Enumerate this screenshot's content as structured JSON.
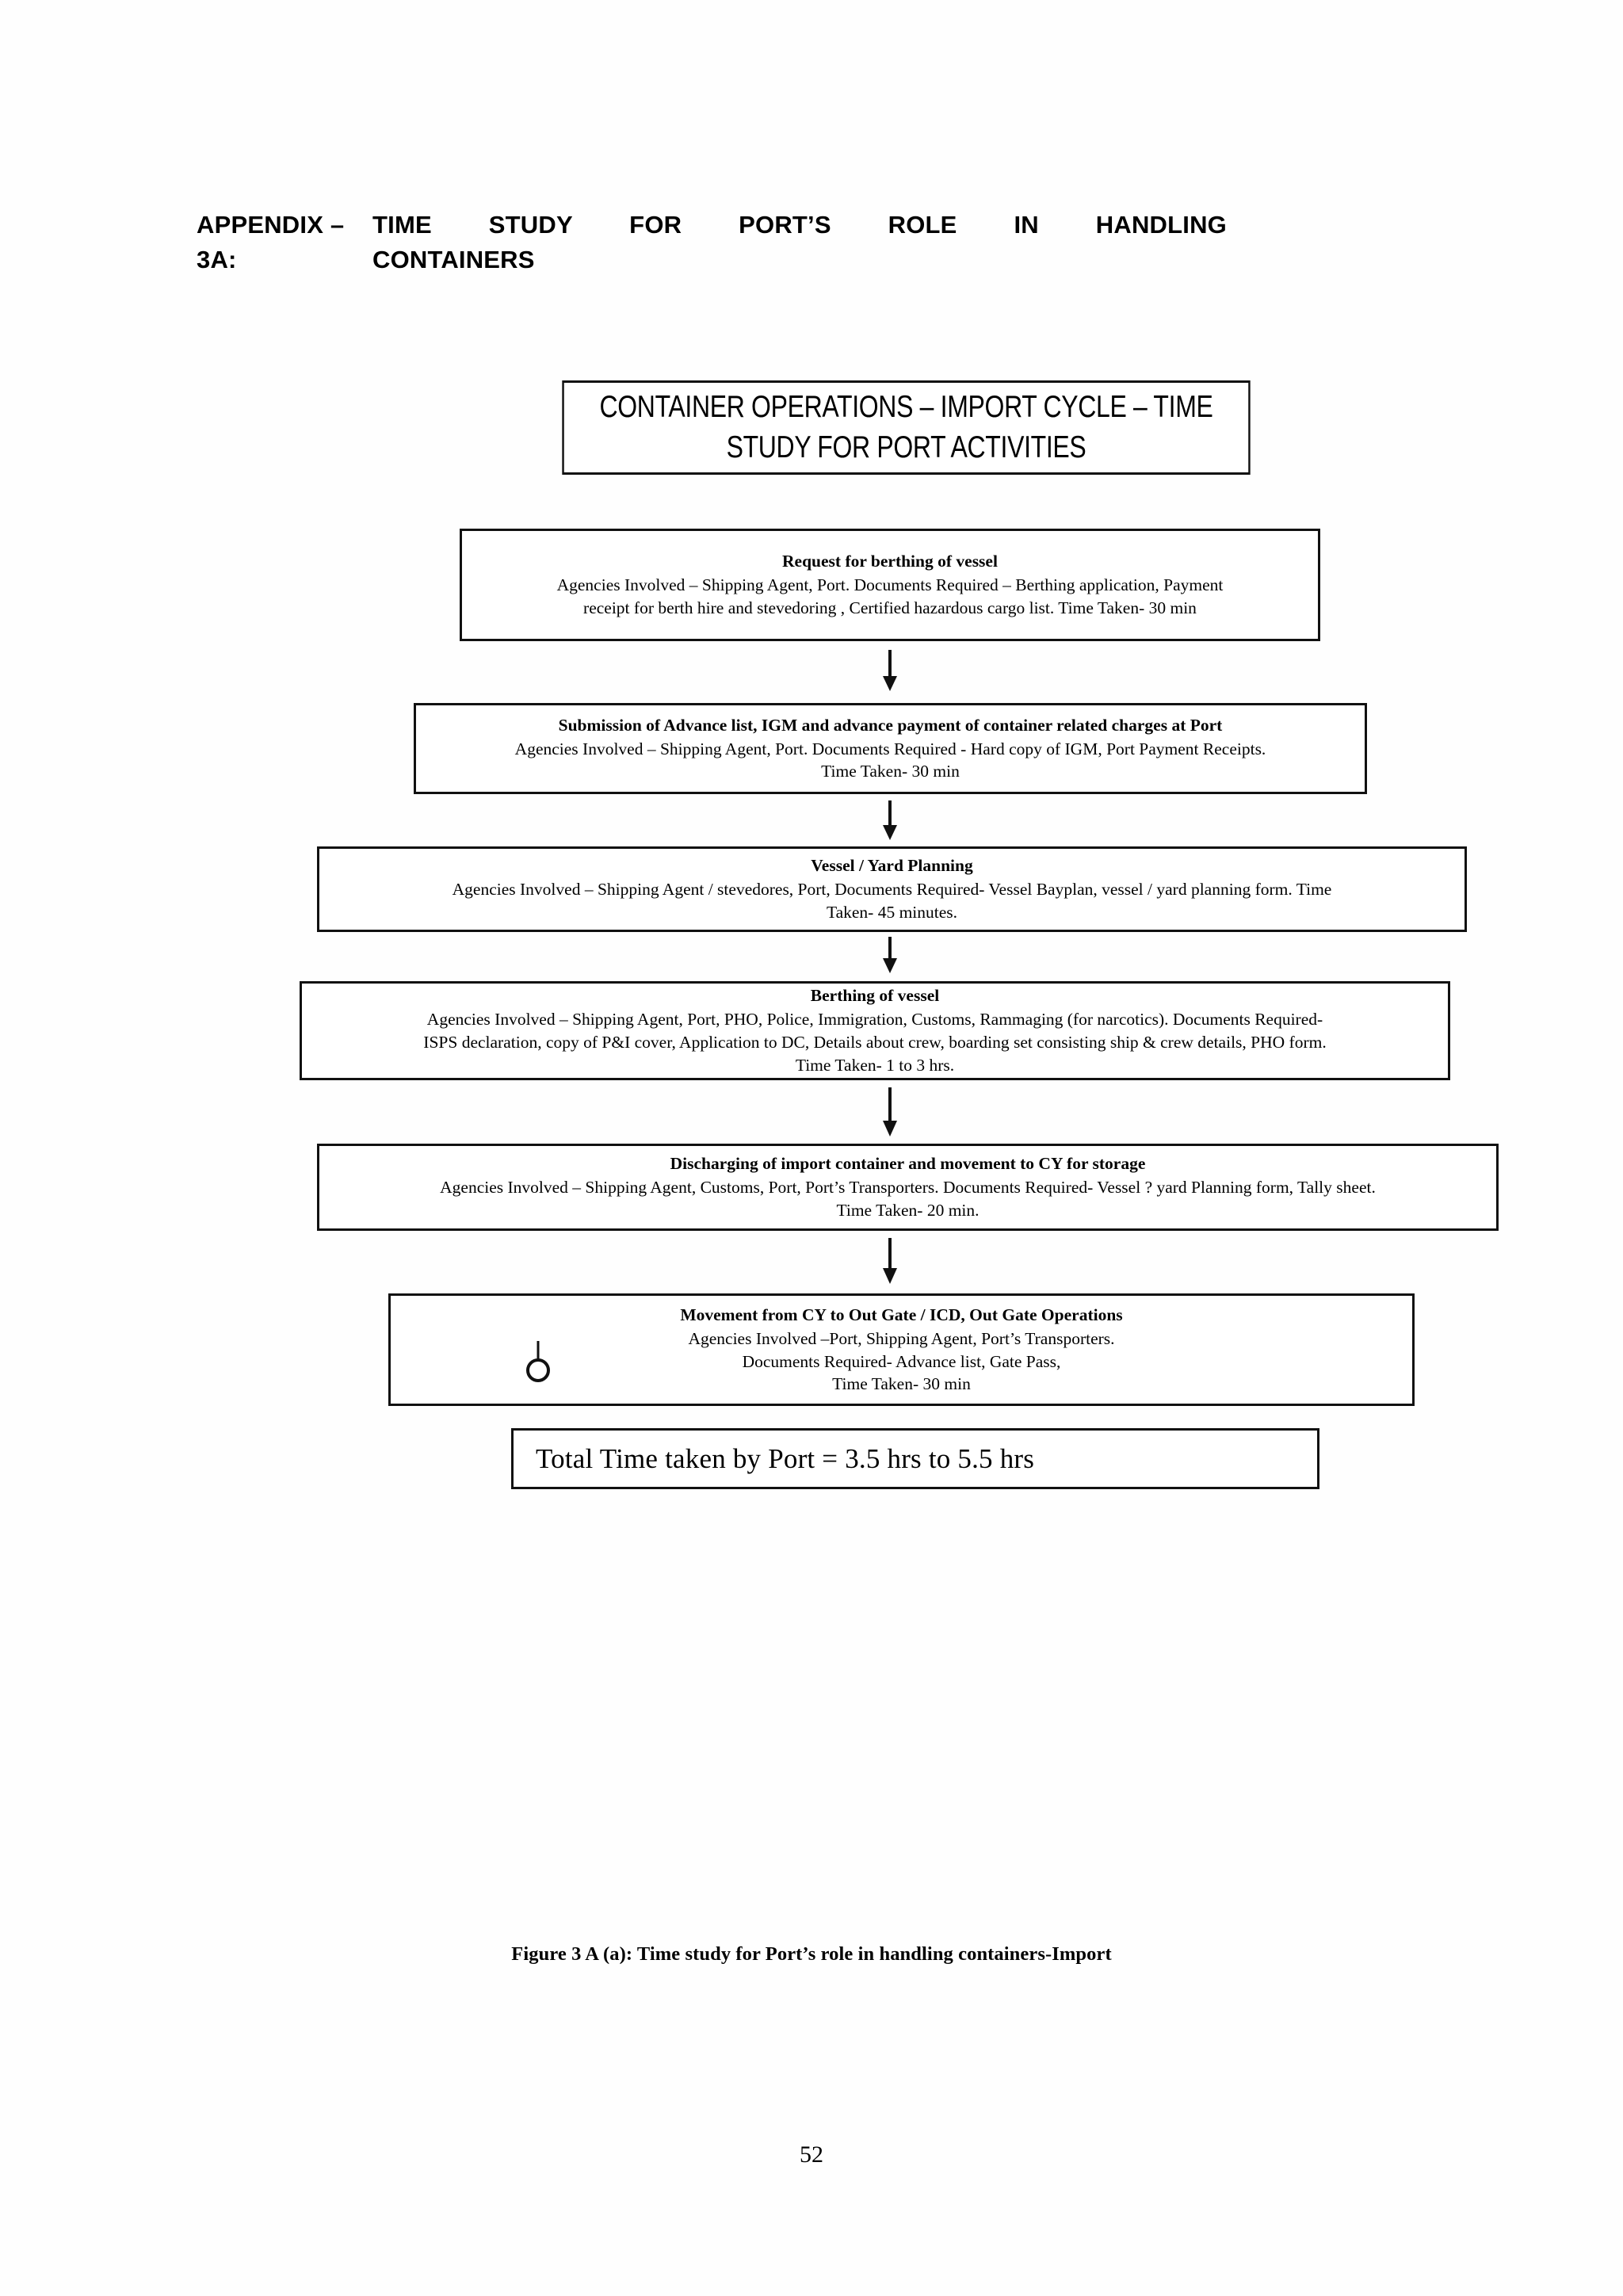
{
  "heading": {
    "label": "APPENDIX – 3A:",
    "line1": "TIME   STUDY   FOR   PORT’S   ROLE   IN   HANDLING",
    "line2": "CONTAINERS"
  },
  "flowchart": {
    "title_box": {
      "line1": "CONTAINER OPERATIONS – IMPORT CYCLE – TIME",
      "line2": "STUDY FOR PORT ACTIVITIES"
    },
    "steps": [
      {
        "title": "Request for berthing  of vessel",
        "lines": [
          "Agencies Involved – Shipping Agent, Port.   Documents Required – Berthing application, Payment",
          "receipt for berth hire and stevedoring , Certified hazardous cargo list.   Time Taken- 30 min"
        ]
      },
      {
        "title": "Submission of Advance list, IGM and advance payment of container related charges at Port",
        "lines": [
          "Agencies Involved – Shipping Agent, Port.  Documents Required - Hard copy of IGM, Port Payment Receipts.",
          "Time Taken- 30 min"
        ]
      },
      {
        "title": "Vessel / Yard Planning",
        "lines": [
          "Agencies Involved – Shipping Agent / stevedores, Port,   Documents Required-  Vessel Bayplan, vessel / yard planning form.    Time",
          "Taken- 45 minutes."
        ]
      },
      {
        "title": "Berthing  of vessel",
        "lines": [
          "Agencies Involved – Shipping Agent, Port, PHO, Police, Immigration, Customs, Rammaging (for narcotics).   Documents Required-",
          "ISPS declaration, copy of P&I cover, Application to DC, Details about crew, boarding set consisting ship & crew details, PHO form.",
          "Time Taken- 1 to 3 hrs."
        ]
      },
      {
        "title": "Discharging of import container and movement to CY for storage",
        "lines": [
          "Agencies Involved – Shipping Agent, Customs, Port, Port’s Transporters.    Documents Required- Vessel ? yard Planning form, Tally sheet.",
          "Time Taken- 20 min."
        ]
      },
      {
        "title": "Movement from CY to Out Gate / ICD, Out Gate Operations",
        "lines": [
          "Agencies Involved –Port, Shipping Agent, Port’s Transporters.",
          "Documents Required- Advance list, Gate Pass,",
          "Time Taken- 30 min"
        ]
      }
    ],
    "total_box": "Total Time taken by Port = 3.5 hrs to 5.5 hrs"
  },
  "caption": "Figure 3 A (a): Time study for Port’s role in handling containers-Import",
  "folio": "52"
}
